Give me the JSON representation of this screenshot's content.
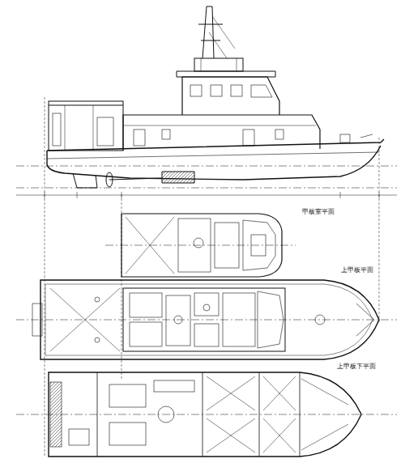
{
  "diagram": {
    "labels": [
      "甲板室平面",
      "上甲板平面",
      "上甲板下平面"
    ]
  }
}
